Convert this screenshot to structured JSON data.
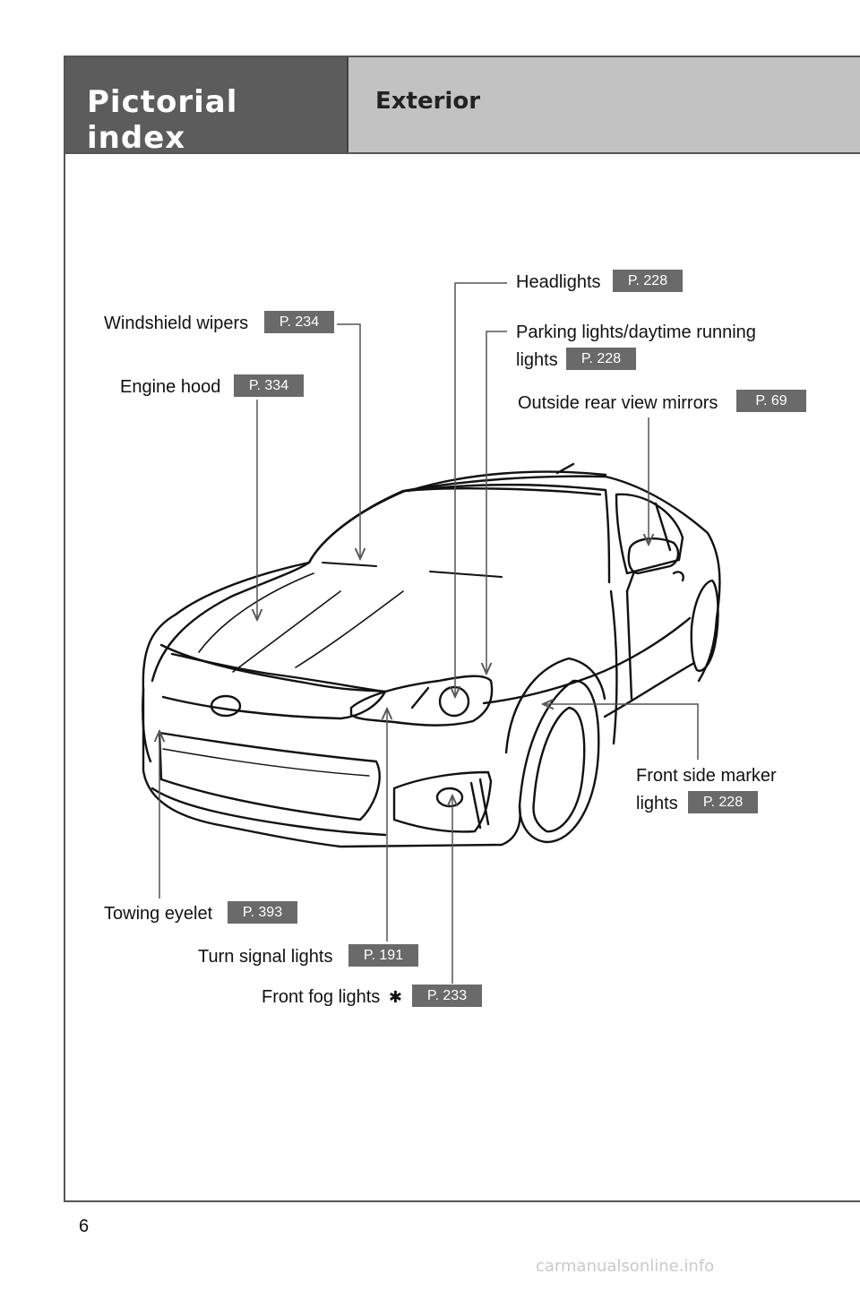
{
  "header": {
    "section": "Pictorial index",
    "title": "Exterior"
  },
  "callouts": {
    "headlights": {
      "label": "Headlights",
      "page": "P. 228"
    },
    "wipers": {
      "label": "Windshield wipers",
      "page": "P. 234"
    },
    "parking": {
      "label_line1": "Parking lights/daytime running",
      "label_line2": "lights",
      "page": "P. 228"
    },
    "hood": {
      "label": "Engine hood",
      "page": "P. 334"
    },
    "mirrors": {
      "label": "Outside rear view mirrors",
      "page": "P. 69"
    },
    "side_marker": {
      "label_line1": "Front side marker",
      "label_line2": "lights",
      "page": "P. 228"
    },
    "towing": {
      "label": "Towing eyelet",
      "page": "P. 393"
    },
    "turn": {
      "label": "Turn signal lights",
      "page": "P. 191"
    },
    "fog": {
      "label": "Front fog lights",
      "mark": "✱",
      "page": "P. 233"
    }
  },
  "footer": {
    "page_number": "6",
    "watermark": "carmanualsonline.info"
  }
}
